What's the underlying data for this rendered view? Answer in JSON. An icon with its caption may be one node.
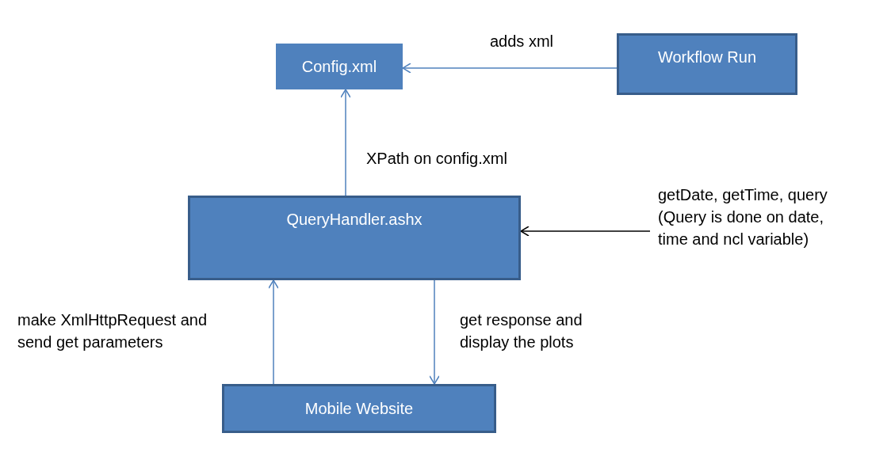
{
  "diagram": {
    "nodes": [
      {
        "text": [
          "Config.xml"
        ]
      },
      {
        "text": [
          "Workflow Run"
        ]
      },
      {
        "text": [
          "QueryHandler.ashx"
        ]
      },
      {
        "text": [
          "Mobile Website"
        ]
      }
    ],
    "edges": [
      {
        "from": 1,
        "to": 0,
        "arrow": "to",
        "label": "adds xml"
      },
      {
        "from": 2,
        "to": 0,
        "arrow": "to",
        "label": "XPath on config.xml"
      },
      {
        "from": null,
        "to": 2,
        "arrow": "to",
        "label": "getDate, getTime, query (Query is done on date, time and ncl variable)",
        "color": "#000000"
      },
      {
        "from": 3,
        "to": 2,
        "arrow": "to",
        "label": "make XmlHttpRequest and send get parameters"
      },
      {
        "from": 2,
        "to": 3,
        "arrow": "to",
        "label": "get response and display the plots"
      }
    ]
  }
}
